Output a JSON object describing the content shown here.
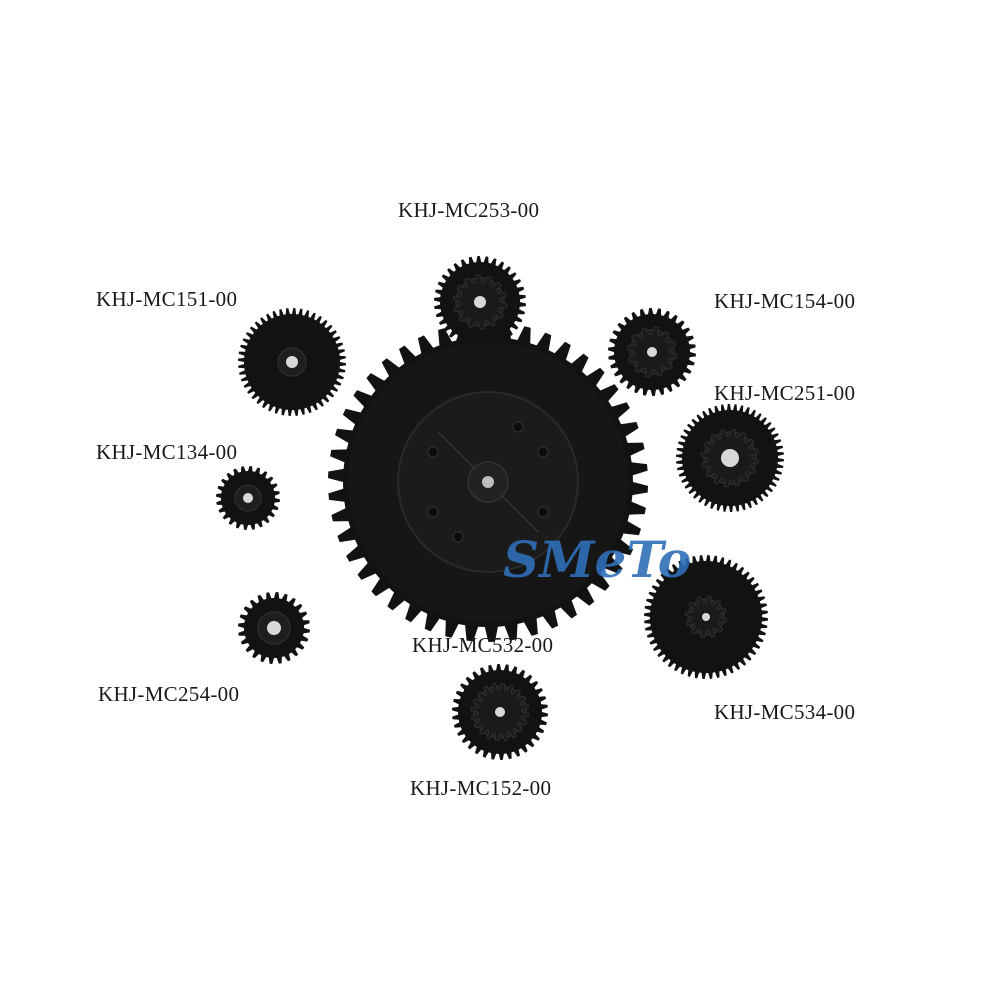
{
  "labels": {
    "mc253": "KHJ-MC253-00",
    "mc151": "KHJ-MC151-00",
    "mc154": "KHJ-MC154-00",
    "mc251": "KHJ-MC251-00",
    "mc134": "KHJ-MC134-00",
    "mc532": "KHJ-MC532-00",
    "mc254": "KHJ-MC254-00",
    "mc534": "KHJ-MC534-00",
    "mc152": "KHJ-MC152-00"
  },
  "watermark": "SMeTo",
  "colors": {
    "background": "#ffffff",
    "gear": "#121212",
    "watermark": "#2f6fb8"
  }
}
